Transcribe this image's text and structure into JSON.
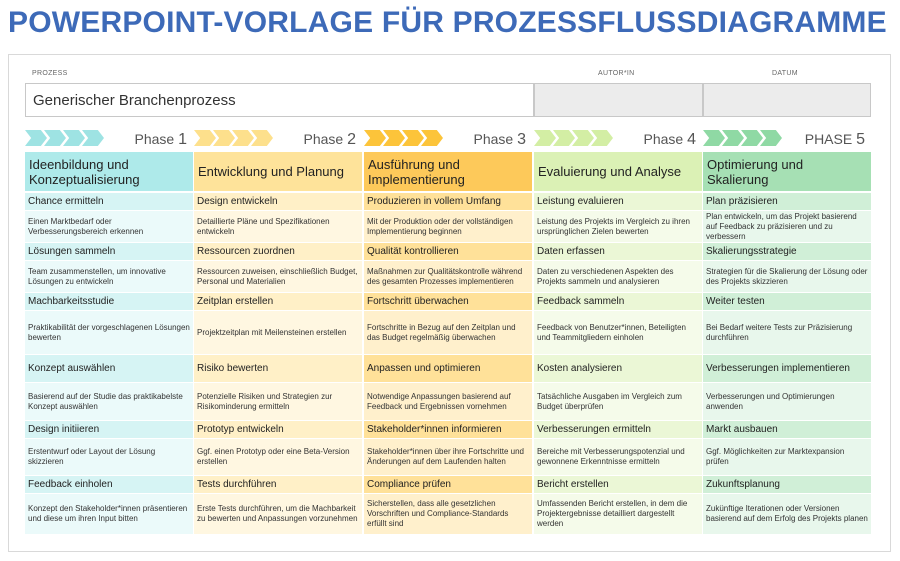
{
  "title": "POWERPOINT-VORLAGE FÜR PROZESSFLUSSDIAGRAMME",
  "labels": {
    "process": "PROZESS",
    "author": "AUTOR*IN",
    "date": "DATUM"
  },
  "process_name": "Generischer Branchenprozess",
  "author_value": "",
  "date_value": "",
  "phases": [
    {
      "label": "Phase",
      "number": "1",
      "colors": {
        "chevron": "#9ee3e3",
        "head": "#aeeaea",
        "step": "#d6f4f4",
        "desc": "#ebfafa"
      },
      "header": "Ideenbildung und Konzeptualisierung",
      "rows": [
        {
          "step": "Chance ermitteln",
          "desc": "Einen Marktbedarf oder Verbesserungsbereich erkennen"
        },
        {
          "step": "Lösungen sammeln",
          "desc": "Team zusammenstellen, um innovative Lösungen zu entwickeln"
        },
        {
          "step": "Machbarkeitsstudie",
          "desc": "Praktikabilität der vorgeschlagenen Lösungen bewerten"
        },
        {
          "step": "Konzept auswählen",
          "desc": "Basierend auf der Studie das praktikabelste Konzept auswählen"
        },
        {
          "step": "Design initiieren",
          "desc": "Erstentwurf oder Layout der Lösung skizzieren"
        },
        {
          "step": "Feedback einholen",
          "desc": "Konzept den Stakeholder*innen präsentieren und diese um ihren Input bitten"
        }
      ]
    },
    {
      "label": "Phase",
      "number": "2",
      "colors": {
        "chevron": "#fde08c",
        "head": "#fee39a",
        "step": "#fff0c7",
        "desc": "#fff7e1"
      },
      "header": "Entwicklung und Planung",
      "rows": [
        {
          "step": "Design entwickeln",
          "desc": "Detaillierte Pläne und Spezifikationen entwickeln"
        },
        {
          "step": "Ressourcen zuordnen",
          "desc": "Ressourcen zuweisen, einschließlich Budget, Personal und Materialien"
        },
        {
          "step": "Zeitplan erstellen",
          "desc": "Projektzeitplan mit Meilensteinen erstellen"
        },
        {
          "step": "Risiko bewerten",
          "desc": "Potenzielle Risiken und Strategien zur Risikominderung ermitteln"
        },
        {
          "step": "Prototyp entwickeln",
          "desc": "Ggf. einen Prototyp oder eine Beta-Version erstellen"
        },
        {
          "step": "Tests durchführen",
          "desc": "Erste Tests durchführen, um die Machbarkeit zu bewerten und Anpassungen vorzunehmen"
        }
      ]
    },
    {
      "label": "Phase",
      "number": "3",
      "colors": {
        "chevron": "#fcc43a",
        "head": "#fdc95a",
        "step": "#ffe199",
        "desc": "#fff0cc"
      },
      "header": "Ausführung und Implementierung",
      "rows": [
        {
          "step": "Produzieren in vollem Umfang",
          "desc": "Mit der Produktion oder der vollständigen Implementierung beginnen"
        },
        {
          "step": "Qualität kontrollieren",
          "desc": "Maßnahmen zur Qualitätskontrolle während des gesamten Prozesses implementieren"
        },
        {
          "step": "Fortschritt überwachen",
          "desc": "Fortschritte in Bezug auf den Zeitplan und das Budget regelmäßig überwachen"
        },
        {
          "step": "Anpassen und optimieren",
          "desc": "Notwendige Anpassungen basierend auf Feedback und Ergebnissen vornehmen"
        },
        {
          "step": "Stakeholder*innen informieren",
          "desc": "Stakeholder*innen über ihre Fortschritte und Änderungen auf dem Laufenden halten"
        },
        {
          "step": "Compliance prüfen",
          "desc": "Sicherstellen, dass alle gesetzlichen Vorschriften und Compliance-Standards erfüllt sind"
        }
      ]
    },
    {
      "label": "Phase",
      "number": "4",
      "colors": {
        "chevron": "#d3eea4",
        "head": "#dbf1b5",
        "step": "#ebf7d6",
        "desc": "#f5fbea"
      },
      "header": "Evaluierung und Analyse",
      "rows": [
        {
          "step": "Leistung evaluieren",
          "desc": "Leistung des Projekts im Vergleich zu ihren ursprünglichen Zielen bewerten"
        },
        {
          "step": "Daten erfassen",
          "desc": "Daten zu verschiedenen Aspekten des Projekts sammeln und analysieren"
        },
        {
          "step": "Feedback sammeln",
          "desc": "Feedback von Benutzer*innen, Beteiligten und Teammitgliedern einholen"
        },
        {
          "step": "Kosten analysieren",
          "desc": "Tatsächliche Ausgaben im Vergleich zum Budget überprüfen"
        },
        {
          "step": "Verbesserungen ermitteln",
          "desc": "Bereiche mit Verbesserungspotenzial und gewonnene Erkenntnisse ermitteln"
        },
        {
          "step": "Bericht erstellen",
          "desc": "Umfassenden Bericht erstellen, in dem die Projektergebnisse detailliert dargestellt werden"
        }
      ]
    },
    {
      "label": "PHASE",
      "number": "5",
      "colors": {
        "chevron": "#8fd9a4",
        "head": "#a6e0b4",
        "step": "#d0efd7",
        "desc": "#e8f7ec"
      },
      "header": "Optimierung und Skalierung",
      "rows": [
        {
          "step": "Plan präzisieren",
          "desc": "Plan entwickeln, um das Projekt basierend auf Feedback zu präzisieren und zu verbessern"
        },
        {
          "step": "Skalierungsstrategie",
          "desc": "Strategien für die Skalierung der Lösung oder des Projekts skizzieren"
        },
        {
          "step": "Weiter testen",
          "desc": "Bei Bedarf weitere Tests zur Präzisierung durchführen"
        },
        {
          "step": "Verbesserungen implementieren",
          "desc": "Verbesserungen und Optimierungen anwenden"
        },
        {
          "step": "Markt ausbauen",
          "desc": "Ggf. Möglichkeiten zur Marktexpansion prüfen"
        },
        {
          "step": "Zukunftsplanung",
          "desc": "Zukünftige Iterationen oder Versionen basierend auf dem Erfolg des Projekts planen"
        }
      ]
    }
  ]
}
